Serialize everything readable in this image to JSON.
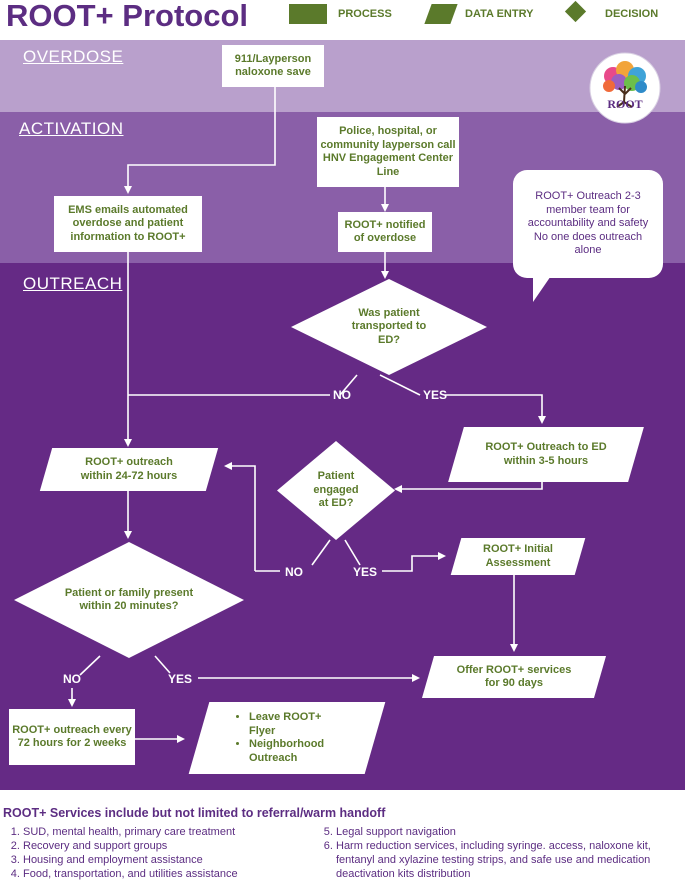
{
  "title": "ROOT+ Protocol",
  "legend": {
    "process": "PROCESS",
    "data_entry": "DATA ENTRY",
    "decision": "DECISION"
  },
  "sections": {
    "overdose": "OVERDOSE",
    "activation": "ACTIVATION",
    "outreach": "OUTREACH"
  },
  "nodes": {
    "layperson_save": "911/Layperson naloxone save",
    "hnv_call": "Police, hospital, or community layperson call HNV Engagement Center  Line",
    "ems_email": "EMS emails automated overdose and patient information to ROOT+",
    "root_notified": "ROOT+ notified of overdose",
    "transported_q": "Was patient transported to ED?",
    "outreach_ed": "ROOT+ Outreach to ED within 3-5 hours",
    "outreach_24_72": "ROOT+ outreach within 24-72 hours",
    "engaged_q": "Patient engaged at ED?",
    "initial_assessment": "ROOT+ Initial Assessment",
    "family_q": "Patient or family present within 20 minutes?",
    "offer_services": "Offer ROOT+ services for 90 days",
    "outreach_72": "ROOT+ outreach every 72 hours for 2 weeks",
    "flyer": "Leave ROOT+ Flyer",
    "neighborhood": "Neighborhood Outreach"
  },
  "edge_labels": {
    "no1": "NO",
    "yes1": "YES",
    "no2": "NO",
    "yes2": "YES",
    "no3": "NO",
    "yes3": "YES"
  },
  "callout": "ROOT+ Outreach 2-3 member team for accountability and safety No one does outreach alone",
  "logo": {
    "text": "ROOT",
    "icon": "tree-logo-icon"
  },
  "services": {
    "title": "ROOT+ Services include but not limited to referral/warm handoff",
    "left": [
      "SUD, mental health, primary care treatment",
      "Recovery and support groups",
      "Housing and employment assistance",
      "Food, transportation, and utilities assistance"
    ],
    "right": [
      "Legal support navigation",
      "Harm reduction services, including syringe. access, naloxone kit, fentanyl and xylazine testing strips, and safe use and medication deactivation kits distribution"
    ]
  },
  "colors": {
    "purple_dark": "#652a85",
    "purple_mid": "#8a5fa8",
    "purple_light": "#b9a0cc",
    "green": "#5b7a2b",
    "title": "#5c2d82"
  }
}
